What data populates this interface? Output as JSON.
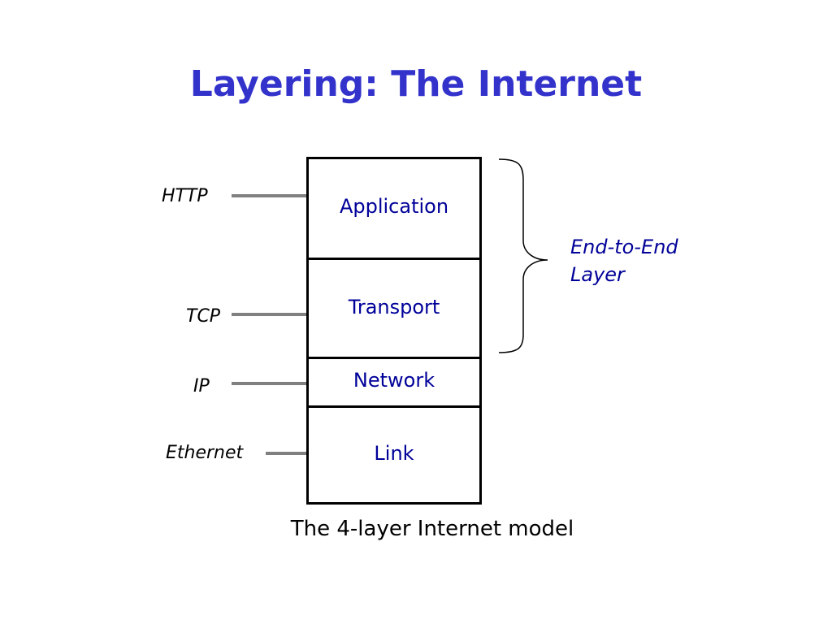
{
  "title": "Layering: The Internet",
  "layers": {
    "application": "Application",
    "transport": "Transport",
    "network": "Network",
    "link": "Link"
  },
  "protocols": {
    "http": "HTTP",
    "tcp": "TCP",
    "ip": "IP",
    "ethernet": "Ethernet"
  },
  "end_to_end": {
    "line1": "End-to-End",
    "line2": "Layer"
  },
  "caption": "The 4-layer Internet model",
  "colors": {
    "title": "#3333cc",
    "layer_text": "#000099",
    "connector": "#808080",
    "border": "#000000"
  }
}
